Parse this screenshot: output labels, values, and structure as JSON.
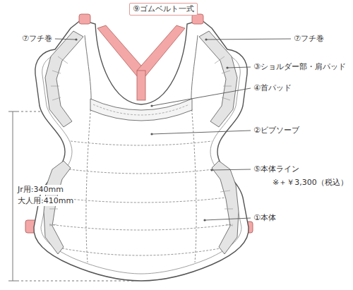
{
  "diagram": {
    "labels": [
      "⑨ゴムベルト一式",
      "⑦フチ巻",
      "⑦フチ巻",
      "③ショルダー部・肩パッド",
      "④首パッド",
      "②ビブソーブ",
      "⑤本体ライン",
      "※＋￥3,300（税込）",
      "Jr用:340mm",
      "大人用:410mm",
      "①本体"
    ]
  }
}
